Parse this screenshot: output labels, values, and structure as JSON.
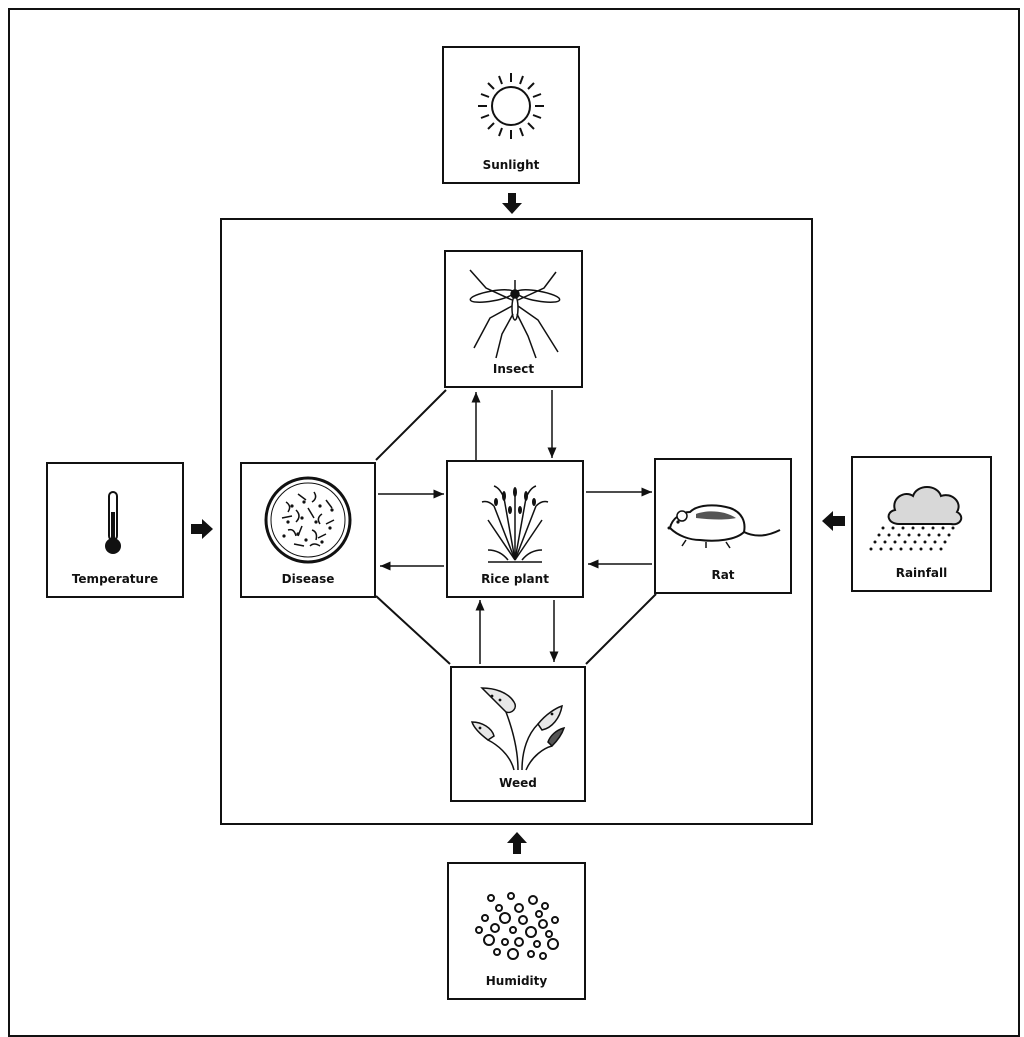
{
  "diagram": {
    "external_factors": {
      "sunlight": "Sunlight",
      "temperature": "Temperature",
      "rainfall": "Rainfall",
      "humidity": "Humidity"
    },
    "ecosystem": {
      "insect": "Insect",
      "disease": "Disease",
      "rice_plant": "Rice plant",
      "rat": "Rat",
      "weed": "Weed"
    },
    "icons": {
      "sunlight": "sun-icon",
      "temperature": "thermometer-icon",
      "rainfall": "rain-cloud-icon",
      "humidity": "bubbles-icon",
      "insect": "mosquito-icon",
      "disease": "microbes-icon",
      "rice_plant": "rice-plant-icon",
      "rat": "rat-icon",
      "weed": "weed-icon"
    }
  }
}
